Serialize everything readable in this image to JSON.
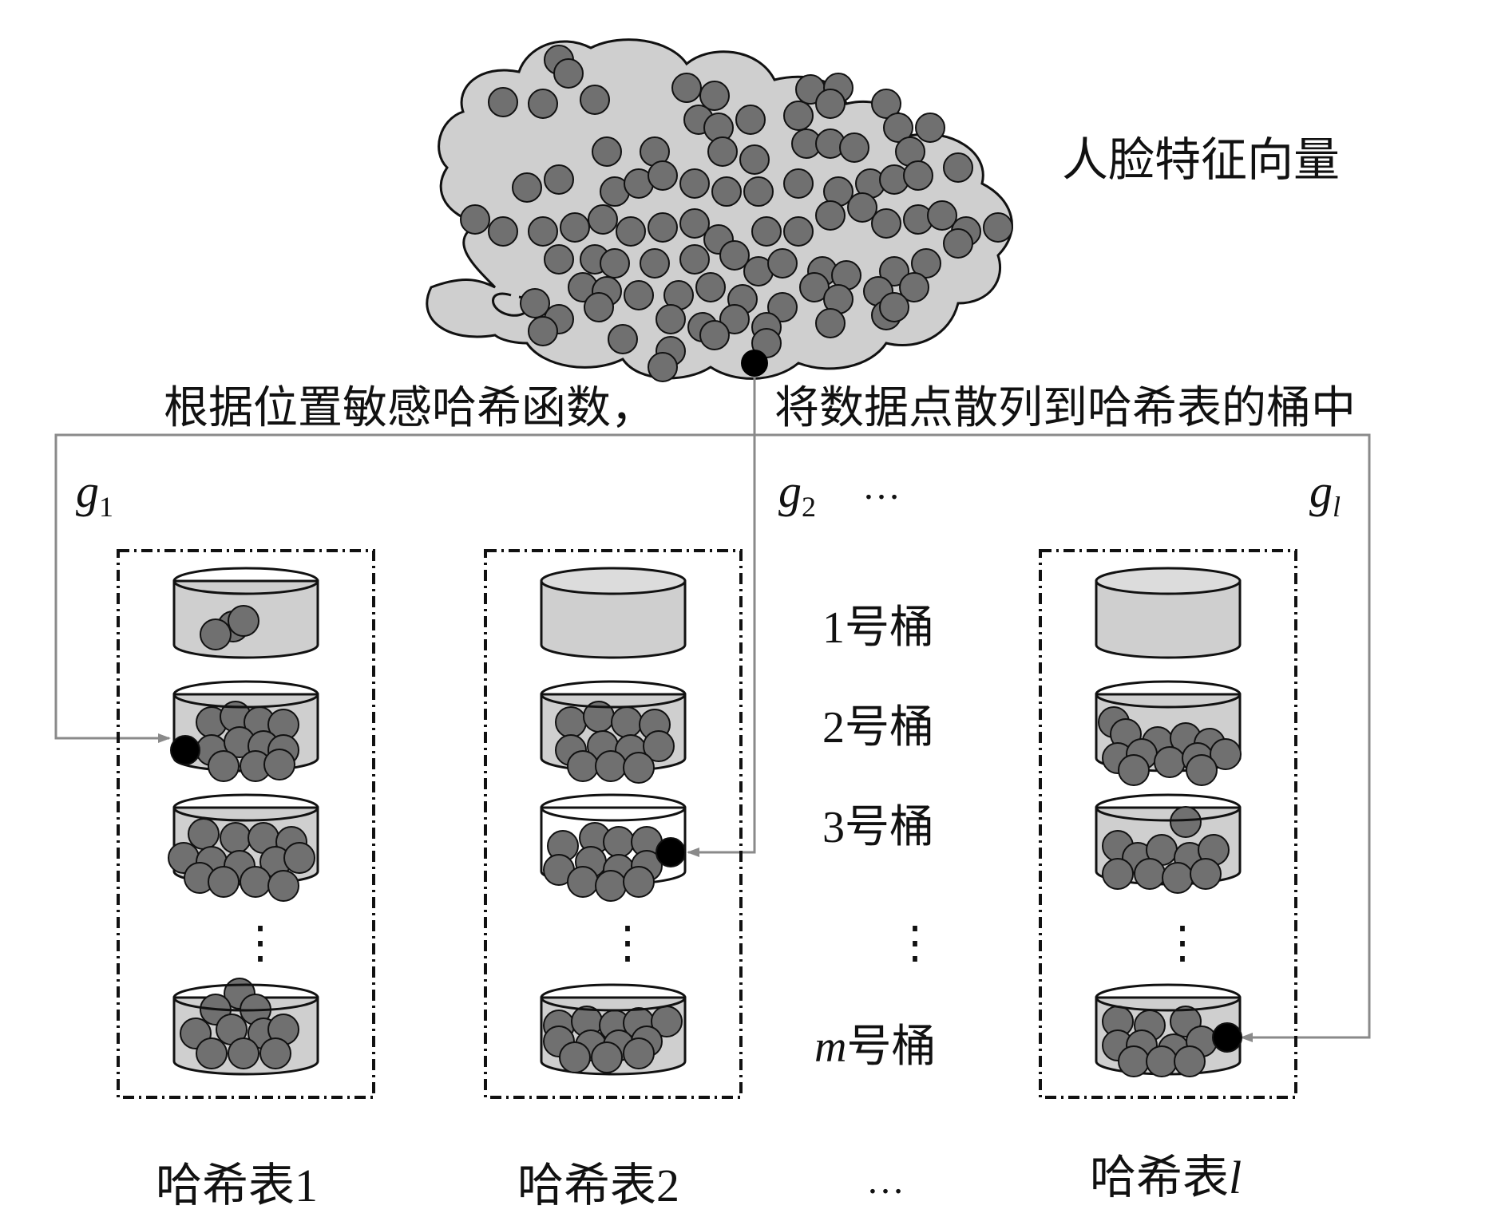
{
  "cloud_label": "人脸特征向量",
  "process_text_left": "根据位置敏感哈希函数，",
  "process_text_right": "将数据点散列到哈希表的桶中",
  "hash_functions": [
    {
      "base": "g",
      "sub": "1"
    },
    {
      "base": "g",
      "sub": "2"
    },
    {
      "base": "g",
      "sub": "l"
    }
  ],
  "hash_function_ellipsis": "…",
  "bucket_labels": [
    {
      "prefix": "1",
      "text": "号桶"
    },
    {
      "prefix": "2",
      "text": "号桶"
    },
    {
      "prefix": "3",
      "text": "号桶"
    },
    {
      "prefix": "m",
      "text": "号桶"
    }
  ],
  "vertical_ellipsis": "⋮",
  "tables": [
    {
      "name": "哈希表",
      "index": "1"
    },
    {
      "name": "哈希表",
      "index": "2"
    },
    {
      "name": "哈希表",
      "index": "l"
    }
  ],
  "tables_ellipsis": "…",
  "colors": {
    "cloud_fill": "#cfcfcf",
    "ball_fill": "#707070",
    "ball_highlight": "#000000",
    "arrow": "#8a8a8a",
    "stroke": "#111111"
  }
}
